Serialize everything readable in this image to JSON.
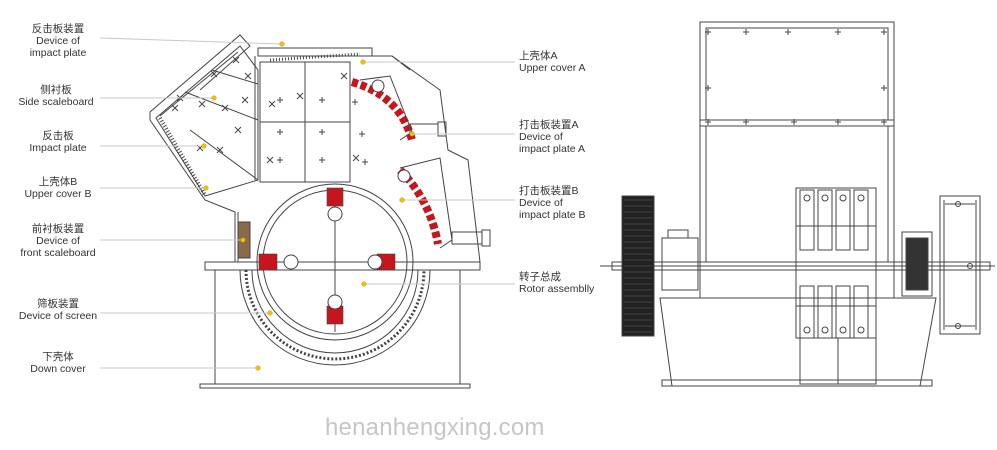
{
  "labels_left": [
    {
      "id": "impact-plate-device",
      "zh": "反击板装置",
      "en": [
        "Device of",
        "impact plate"
      ]
    },
    {
      "id": "side-scaleboard",
      "zh": "侧衬板",
      "en": [
        "Side scaleboard"
      ]
    },
    {
      "id": "impact-plate",
      "zh": "反击板",
      "en": [
        "Impact plate"
      ]
    },
    {
      "id": "upper-cover-b",
      "zh": "上壳体B",
      "en": [
        "Upper cover B"
      ]
    },
    {
      "id": "front-scaleboard",
      "zh": "前衬板装置",
      "en": [
        "Device of",
        "front scaleboard"
      ]
    },
    {
      "id": "screen-device",
      "zh": "筛板装置",
      "en": [
        "Device of screen"
      ]
    },
    {
      "id": "down-cover",
      "zh": "下壳体",
      "en": [
        "Down cover"
      ]
    }
  ],
  "labels_right": [
    {
      "id": "upper-cover-a",
      "zh": "上壳体A",
      "en": [
        "Upper cover A"
      ]
    },
    {
      "id": "hammer-device-a",
      "zh": "打击板装置A",
      "en": [
        "Device of",
        "impact plate A"
      ]
    },
    {
      "id": "hammer-device-b",
      "zh": "打击板装置B",
      "en": [
        "Device of",
        "impact plate B"
      ]
    },
    {
      "id": "rotor-assembly",
      "zh": "转子总成",
      "en": [
        "Rotor assemblly"
      ]
    }
  ],
  "watermark": "henanhengxing.com",
  "colors": {
    "line": "#444444",
    "leader": "#c8c8c8",
    "dot": "#f2c200",
    "part": "#c4161c",
    "text": "#333333"
  }
}
